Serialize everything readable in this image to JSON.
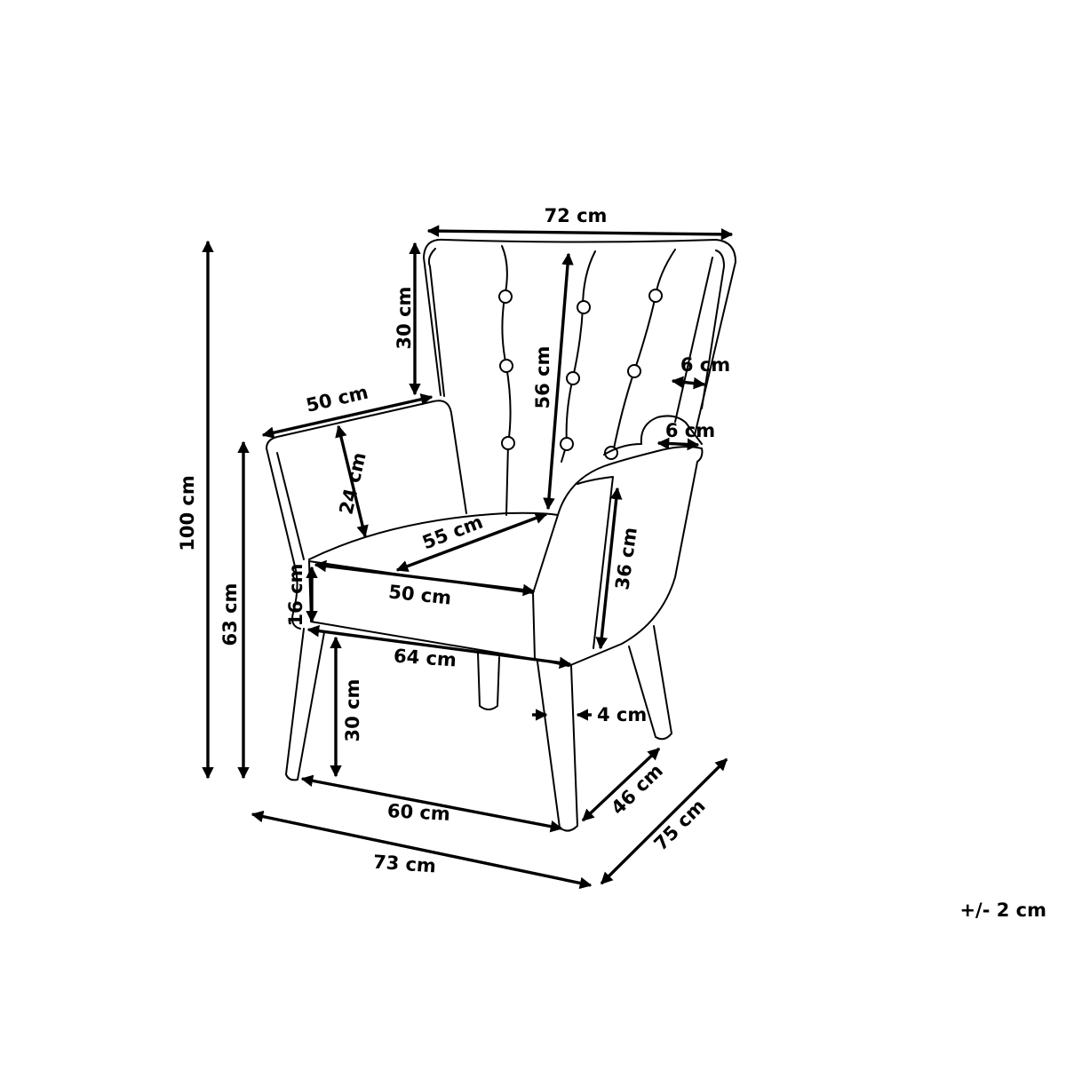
{
  "diagram": {
    "labels": {
      "width_top": "72 cm",
      "wing_height": "30 cm",
      "back_height": "56 cm",
      "wing_depth": "6 cm",
      "arm_width": "6 cm",
      "arm_depth": "50 cm",
      "arm_height": "24 cm",
      "total_height": "100 cm",
      "arm_floor_height": "63 cm",
      "seat_depth": "55 cm",
      "seat_width": "50 cm",
      "arm_side_height": "36 cm",
      "seat_front_height": "16 cm",
      "front_width": "64 cm",
      "leg_height": "30 cm",
      "leg_thickness": "4 cm",
      "legs_width": "60 cm",
      "legs_depth": "46 cm",
      "total_width": "73 cm",
      "total_depth": "75 cm",
      "tolerance": "+/- 2 cm"
    },
    "colors": {
      "line": "#000000",
      "background": "#ffffff"
    }
  }
}
